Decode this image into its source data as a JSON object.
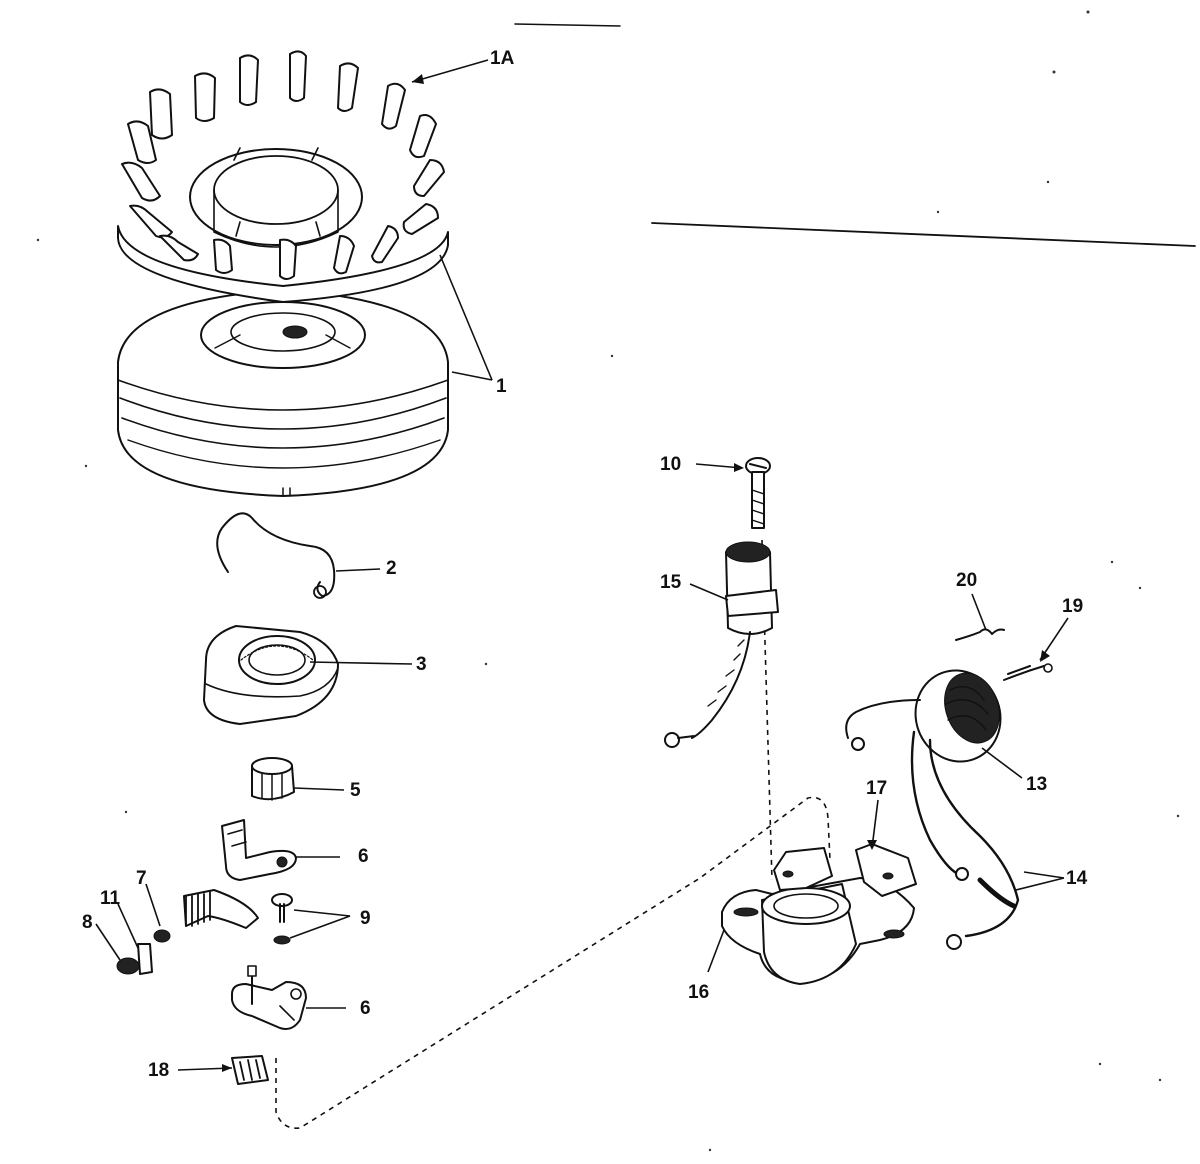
{
  "diagram": {
    "type": "exploded-parts-diagram",
    "colors": {
      "ink": "#111111",
      "background": "#ffffff"
    },
    "labels": {
      "p1a": "1A",
      "p1": "1",
      "p2": "2",
      "p3": "3",
      "p5": "5",
      "p6a": "6",
      "p6b": "6",
      "p7": "7",
      "p8": "8",
      "p9": "9",
      "p10": "10",
      "p11": "11",
      "p13": "13",
      "p14": "14",
      "p15": "15",
      "p16": "16",
      "p17": "17",
      "p18": "18",
      "p19": "19",
      "p20": "20"
    }
  }
}
